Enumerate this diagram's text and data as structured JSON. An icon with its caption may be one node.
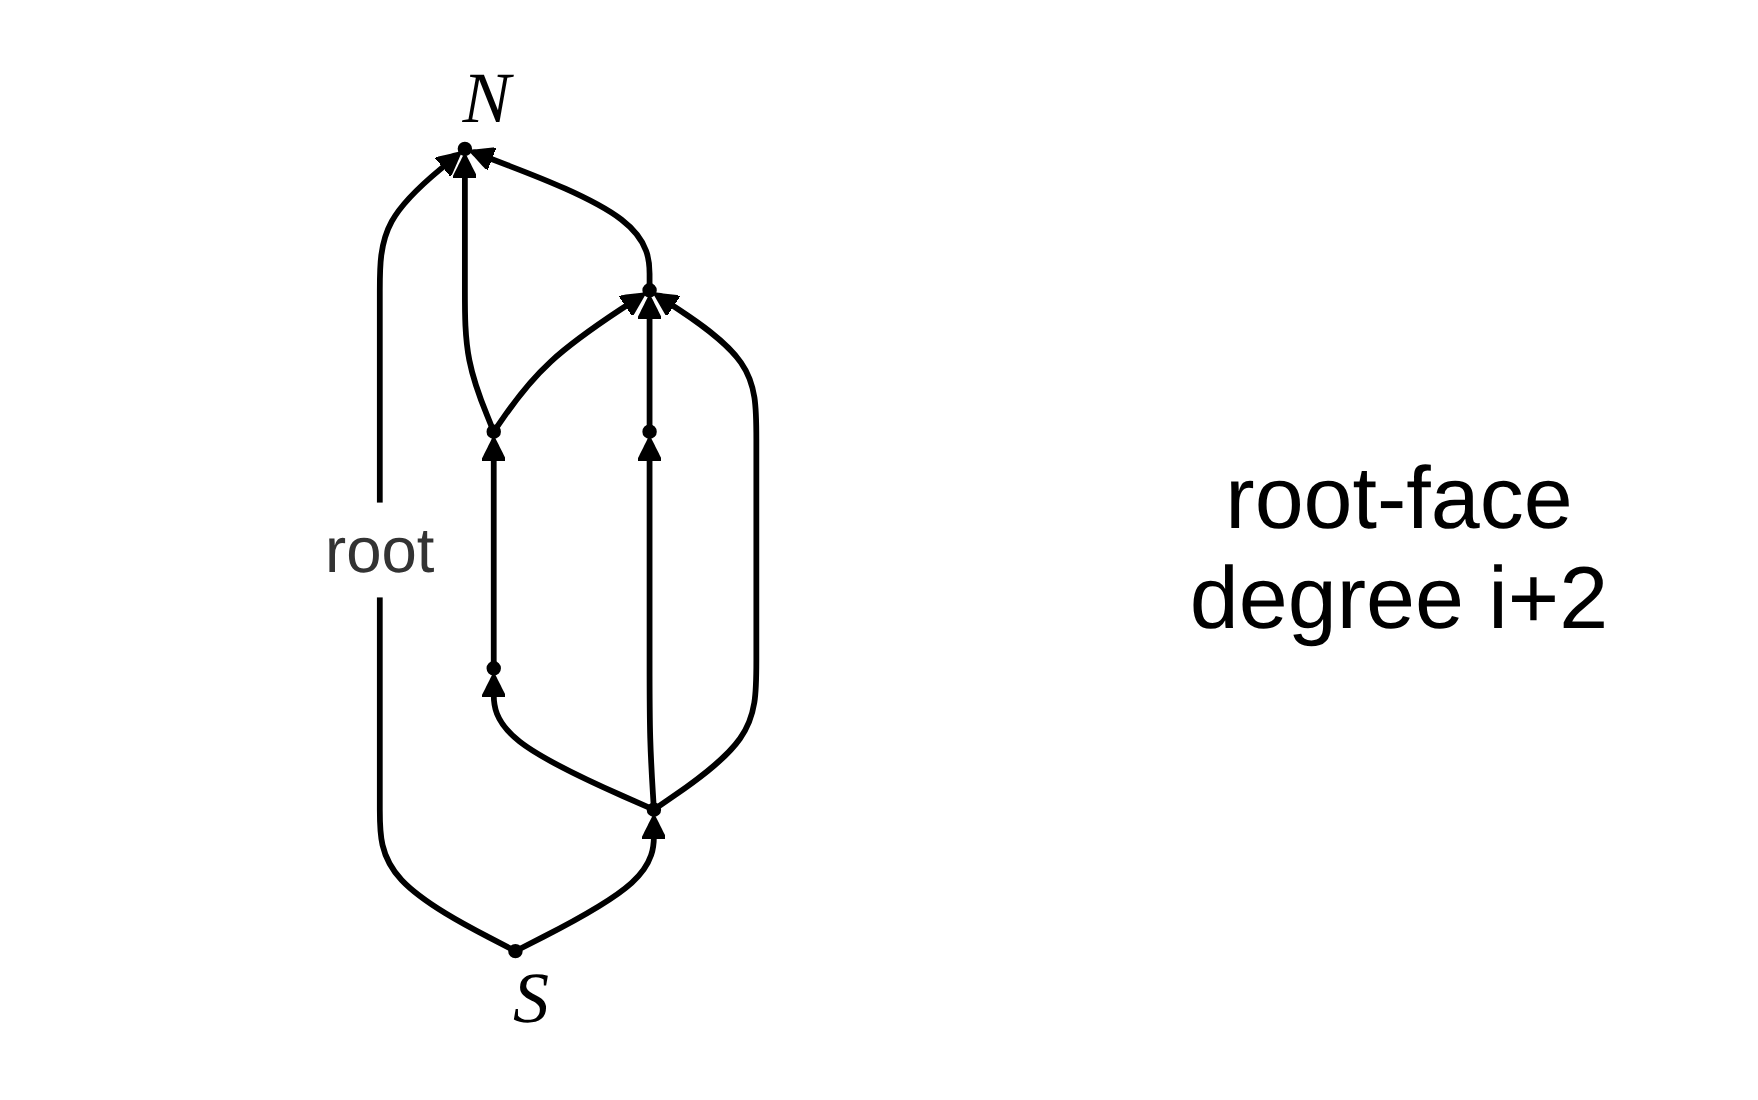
{
  "diagram": {
    "nodes": [
      {
        "text": [],
        "shape": "circle",
        "beside": [
          "N"
        ]
      },
      {
        "text": [],
        "shape": "circle"
      },
      {
        "text": [],
        "shape": "circle"
      },
      {
        "text": [],
        "shape": "circle"
      },
      {
        "text": [],
        "shape": "circle"
      },
      {
        "text": [],
        "shape": "circle"
      },
      {
        "text": [],
        "shape": "circle",
        "beside": [
          "S"
        ]
      }
    ],
    "edges": [
      {
        "from": 6,
        "to": 0,
        "arrow": "to",
        "label": "root"
      },
      {
        "from": 6,
        "to": 5,
        "arrow": "to"
      },
      {
        "from": 5,
        "to": 4,
        "arrow": "to"
      },
      {
        "from": 4,
        "to": 2,
        "arrow": "to"
      },
      {
        "from": 2,
        "to": 0,
        "arrow": "to"
      },
      {
        "from": 2,
        "to": 1,
        "arrow": "to"
      },
      {
        "from": 1,
        "to": 0,
        "arrow": "to"
      },
      {
        "from": 5,
        "to": 3,
        "arrow": "to"
      },
      {
        "from": 3,
        "to": 1,
        "arrow": "to"
      },
      {
        "from": 5,
        "to": 1,
        "arrow": "to"
      }
    ],
    "labels": [
      "root-face degree i+2"
    ]
  }
}
